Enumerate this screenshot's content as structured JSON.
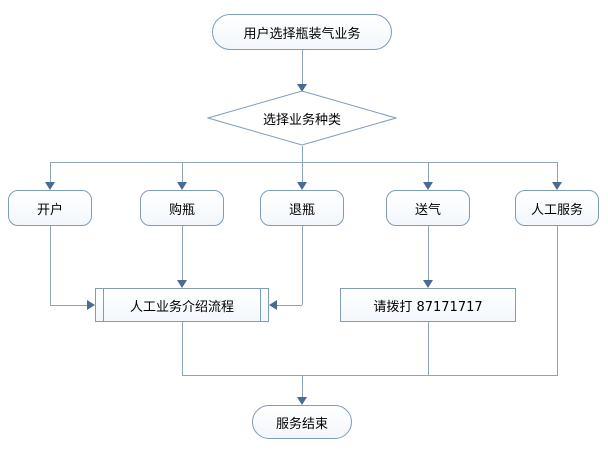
{
  "flowchart": {
    "start": {
      "label": "用户选择瓶装气业务"
    },
    "decision": {
      "label": "选择业务种类"
    },
    "branches": [
      {
        "label": "开户"
      },
      {
        "label": "购瓶"
      },
      {
        "label": "退瓶"
      },
      {
        "label": "送气"
      },
      {
        "label": "人工服务"
      }
    ],
    "manual_intro": {
      "label": "人工业务介绍流程"
    },
    "call_number": {
      "label": "请拨打 87171717"
    },
    "end": {
      "label": "服务结束"
    }
  },
  "colors": {
    "line": "#8ba5c1",
    "border": "#7f9db9",
    "arrow": "#4a6b94",
    "background": "#ffffff"
  }
}
